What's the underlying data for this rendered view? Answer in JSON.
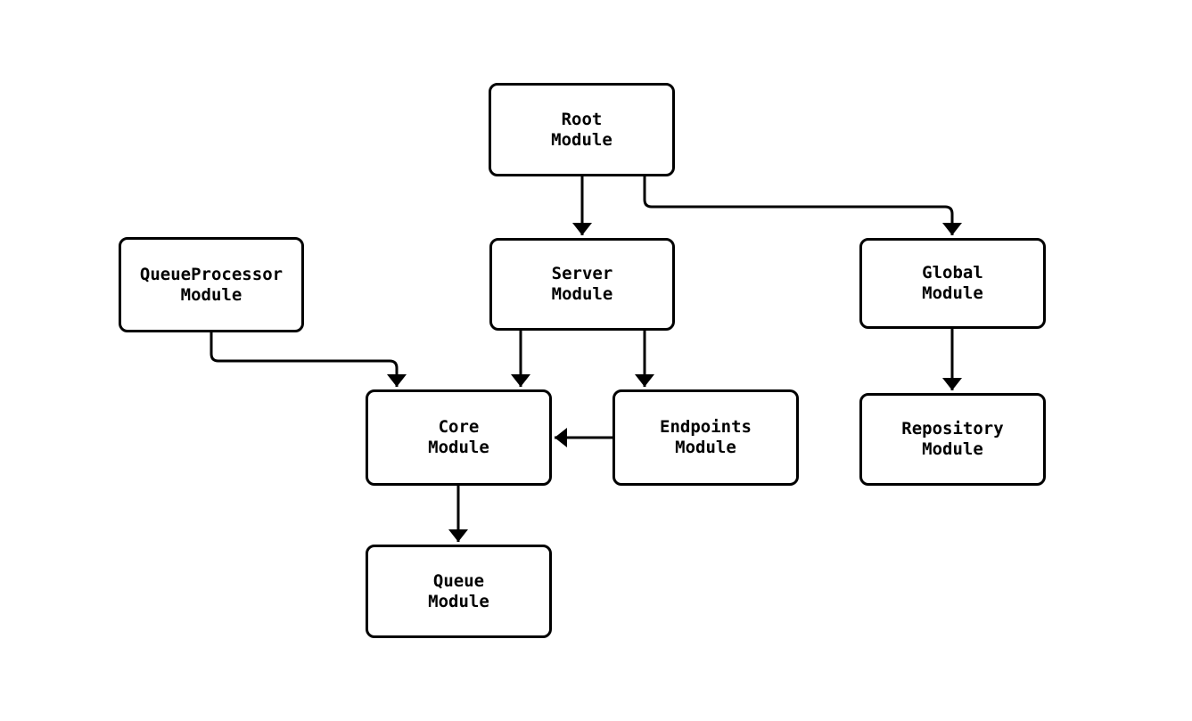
{
  "diagram": {
    "type": "flowchart",
    "direction": "top-down",
    "nodes": {
      "root": {
        "label": "Root\nModule"
      },
      "queueProcessor": {
        "label": "QueueProcessor\nModule"
      },
      "server": {
        "label": "Server\nModule"
      },
      "global": {
        "label": "Global\nModule"
      },
      "core": {
        "label": "Core\nModule"
      },
      "endpoints": {
        "label": "Endpoints\nModule"
      },
      "repository": {
        "label": "Repository\nModule"
      },
      "queue": {
        "label": "Queue\nModule"
      }
    },
    "edges": [
      {
        "from": "Root Module",
        "to": "Server Module"
      },
      {
        "from": "Root Module",
        "to": "Global Module"
      },
      {
        "from": "QueueProcessor Module",
        "to": "Core Module"
      },
      {
        "from": "Server Module",
        "to": "Core Module"
      },
      {
        "from": "Server Module",
        "to": "Endpoints Module"
      },
      {
        "from": "Endpoints Module",
        "to": "Core Module"
      },
      {
        "from": "Global Module",
        "to": "Repository Module"
      },
      {
        "from": "Core Module",
        "to": "Queue Module"
      }
    ],
    "style": {
      "background": "#ffffff",
      "node_fill": "#ffffff",
      "node_border": "#000000",
      "edge_color": "#000000",
      "text_color": "#000000"
    }
  }
}
